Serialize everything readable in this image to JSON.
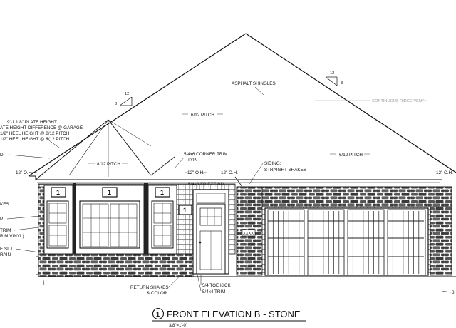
{
  "roof": {
    "shingles_label": "ASPHALT SHINGLES",
    "ridge_vent_label": "CONTINUOUS RIDGE VENT",
    "pitch_symbol_left": {
      "rise": "8",
      "run": "12"
    },
    "pitch_symbol_right": {
      "rise": "8",
      "run": "12"
    },
    "pitch_main_center": "6/12 PITCH",
    "pitch_main_right": "6/12 PITCH",
    "pitch_hip": "8/12 PITCH",
    "overhangs": [
      "12\" O.H.",
      "12\" O.H.",
      "12\" O.H.",
      "12\" O.H."
    ]
  },
  "notes_left": {
    "plate_lines": [
      "9'-1 1/8\" PLATE HEIGHT",
      "ATE HEIGHT DIFFERENCE @ GARAGE",
      "1/2\" HEEL HEIGHT @ 8/12 PITCH",
      "1/2\" HEEL HEIGHT @ 6/12 PITCH"
    ],
    "cut_d": "D.",
    "cut_kes": "KES",
    "cut_p": "P.",
    "cut_trim": [
      "TRIM",
      "RIM VINYL)"
    ],
    "cut_sill": [
      "E SILL",
      "RAIN"
    ]
  },
  "callouts": {
    "corner_trim": [
      "5/4x6 CORNER TRIM",
      "TYP."
    ],
    "siding": [
      "SIDING:",
      "STRAIGHT SHAKES"
    ],
    "frieze": "5/4x8 FRIEZE BD.",
    "xxxx": "XXXX",
    "return_shakes": [
      "RETURN SHAKES",
      "& COLOR"
    ],
    "toe_kick": "5/4 TOE KICK",
    "trim": "5/4x4 TRIM",
    "right_edge": "8"
  },
  "window_tags": [
    "1",
    "1",
    "1",
    "1"
  ],
  "title_block": {
    "number": "1",
    "title": "FRONT ELEVATION B - STONE",
    "scale": "3/8\"=1'-0\""
  }
}
